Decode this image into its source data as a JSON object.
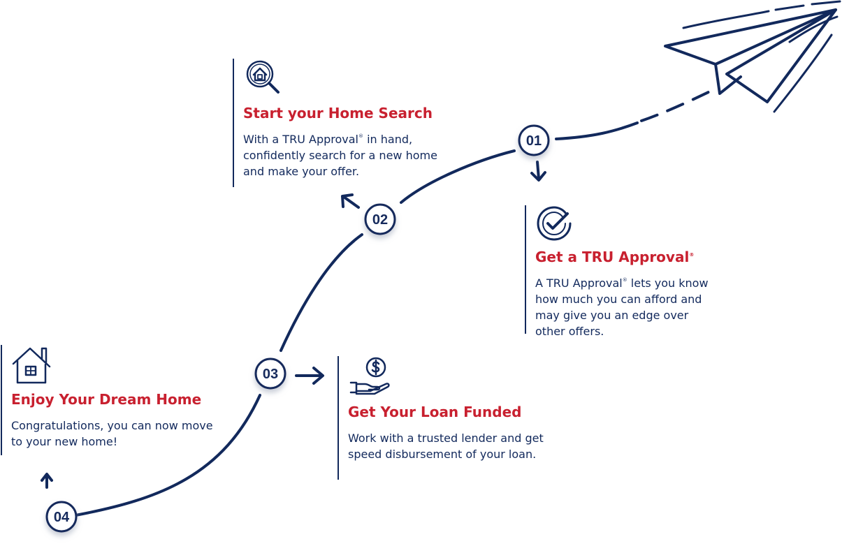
{
  "colors": {
    "navy": "#12295c",
    "red": "#c8202f",
    "badge_shadow": "#cfd3dc"
  },
  "steps": [
    {
      "number": "01",
      "title": "Get a TRU Approval",
      "title_mark": "®",
      "desc_pre": "A TRU Approval",
      "desc_mark": "®",
      "desc_post": " lets you know how much you can afford and may give you an edge over other offers.",
      "icon": "check-badge-icon"
    },
    {
      "number": "02",
      "title": "Start your Home Search",
      "desc_pre": "With a TRU Approval",
      "desc_mark": "®",
      "desc_post": " in hand, confidently search for a new home and make your offer.",
      "icon": "house-search-icon"
    },
    {
      "number": "03",
      "title": "Get Your Loan Funded",
      "desc": "Work with a trusted lender and get speed disbursement of your loan.",
      "icon": "hand-money-icon"
    },
    {
      "number": "04",
      "title": "Enjoy Your Dream Home",
      "desc": "Congratulations, you can now move to your new home!",
      "icon": "home-icon"
    }
  ],
  "decoration": {
    "icon": "paper-plane-icon"
  }
}
